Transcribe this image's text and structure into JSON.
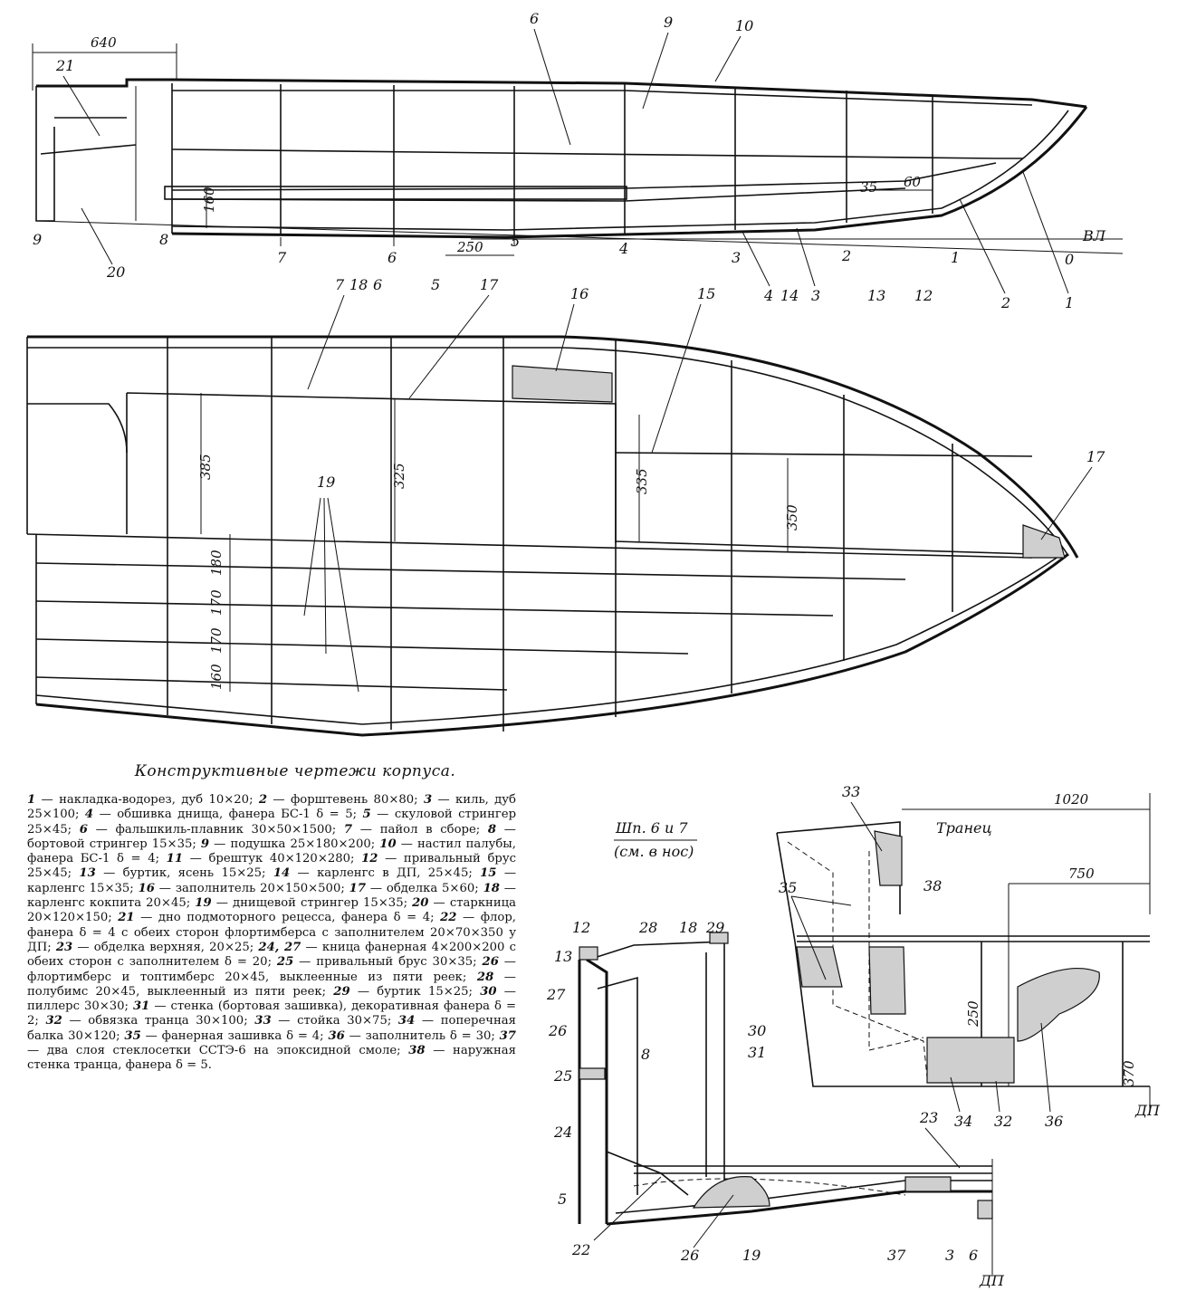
{
  "caption": "Конструктивные чертежи корпуса.",
  "legend": [
    {
      "num": "1",
      "text": "накладка-водорез, дуб 10×20;"
    },
    {
      "num": "2",
      "text": "форштевень 80×80;"
    },
    {
      "num": "3",
      "text": "киль, дуб 25×100;"
    },
    {
      "num": "4",
      "text": "обшивка днища, фанера БС-1 δ = 5;"
    },
    {
      "num": "5",
      "text": "скуловой стрингер 25×45;"
    },
    {
      "num": "6",
      "text": "фальшкиль-плавник 30×50×1500;"
    },
    {
      "num": "7",
      "text": "пайол в сборе;"
    },
    {
      "num": "8",
      "text": "бортовой стрингер 15×35;"
    },
    {
      "num": "9",
      "text": "подушка 25×180×200;"
    },
    {
      "num": "10",
      "text": "настил палубы, фанера БС-1 δ = 4;"
    },
    {
      "num": "11",
      "text": "брештук 40×120×280;"
    },
    {
      "num": "12",
      "text": "привальный брус 25×45;"
    },
    {
      "num": "13",
      "text": "буртик, ясень 15×25;"
    },
    {
      "num": "14",
      "text": "карленгс в ДП, 25×45;"
    },
    {
      "num": "15",
      "text": "карленгс 15×35;"
    },
    {
      "num": "16",
      "text": "заполнитель 20×150×500;"
    },
    {
      "num": "17",
      "text": "обделка 5×60;"
    },
    {
      "num": "18",
      "text": "карленгс кокпита 20×45;"
    },
    {
      "num": "19",
      "text": "днищевой стрингер 15×35;"
    },
    {
      "num": "20",
      "text": "старкница 20×120×150;"
    },
    {
      "num": "21",
      "text": "дно подмоторного рецесса, фанера δ = 4;"
    },
    {
      "num": "22",
      "text": "флор, фанера δ = 4 с обеих сторон флортимберса с заполнителем 20×70×350 у ДП;"
    },
    {
      "num": "23",
      "text": "обделка верхняя, 20×25;"
    },
    {
      "num": "24, 27",
      "text": "кница фанерная 4×200×200 с обеих сторон с заполнителем δ = 20;"
    },
    {
      "num": "25",
      "text": "привальный брус 30×35;"
    },
    {
      "num": "26",
      "text": "флортимберс и топтимберс 20×45, выклеенные из пяти реек;"
    },
    {
      "num": "28",
      "text": "полубимс 20×45, выклеенный из пяти реек;"
    },
    {
      "num": "29",
      "text": "буртик 15×25;"
    },
    {
      "num": "30",
      "text": "пиллерс 30×30;"
    },
    {
      "num": "31",
      "text": "стенка (бортовая зашивка), декоративная фанера δ = 2;"
    },
    {
      "num": "32",
      "text": "обвязка транца 30×100;"
    },
    {
      "num": "33",
      "text": "стойка 30×75;"
    },
    {
      "num": "34",
      "text": "поперечная балка 30×120;"
    },
    {
      "num": "35",
      "text": "фанерная зашивка δ = 4;"
    },
    {
      "num": "36",
      "text": "заполнитель δ = 30;"
    },
    {
      "num": "37",
      "text": "два слоя стеклосетки ССТЭ-6 на эпоксидной смоле;"
    },
    {
      "num": "38",
      "text": "наружная стенка транца, фанера δ = 5."
    }
  ],
  "profile": {
    "labels_top": [
      "6",
      "9",
      "10"
    ],
    "labels_left": [
      "21",
      "9",
      "20",
      "8"
    ],
    "labels_bottom": [
      "7",
      "18",
      "6",
      "5",
      "17",
      "4",
      "14",
      "3",
      "13",
      "2",
      "12",
      "1"
    ],
    "station_nums": [
      "7",
      "6",
      "5",
      "4",
      "3",
      "2",
      "1",
      "0"
    ],
    "dims": {
      "d640": "640",
      "d160": "160",
      "d250": "250",
      "d35": "35",
      "d60": "60"
    },
    "waterline": "ВЛ"
  },
  "plan": {
    "labels": [
      "16",
      "15",
      "17",
      "19"
    ],
    "dims": {
      "d385": "385",
      "d325": "325",
      "d335": "335",
      "d350": "350",
      "d180": "180",
      "d170a": "170",
      "d170b": "170",
      "d160": "160"
    }
  },
  "section": {
    "title_line1": "Шп. 6 и 7",
    "title_line2": "(см. в нос)",
    "labels": [
      "12",
      "28",
      "18",
      "29",
      "13",
      "27",
      "26",
      "30",
      "31",
      "25",
      "8",
      "24",
      "5",
      "22",
      "26",
      "19",
      "37",
      "3",
      "6",
      "23"
    ],
    "dp": "ДП"
  },
  "transom": {
    "title": "Транец",
    "dims": {
      "d1020": "1020",
      "d750": "750",
      "d250": "250",
      "d370": "370"
    },
    "labels": [
      "33",
      "35",
      "38",
      "34",
      "32",
      "36"
    ],
    "dp": "ДП"
  }
}
